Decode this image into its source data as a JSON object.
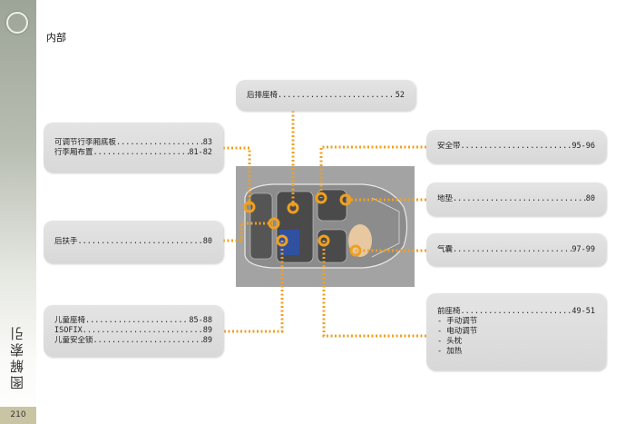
{
  "sidebar": {
    "section_title": "图解索引",
    "page_number": "210"
  },
  "page": {
    "title": "内部"
  },
  "entries": {
    "rear_seat": [
      {
        "label": "后排座椅",
        "page": "52"
      }
    ],
    "trunk": [
      {
        "label": "可调节行李厢底板",
        "page": "83"
      },
      {
        "label": "行李厢布置",
        "page": "81-82"
      }
    ],
    "armrest": [
      {
        "label": "后扶手",
        "page": "80"
      }
    ],
    "child": [
      {
        "label": "儿童座椅",
        "page": "85-88"
      },
      {
        "label": "ISOFIX",
        "page": "89"
      },
      {
        "label": "儿童安全锁",
        "page": "89"
      }
    ],
    "belt": [
      {
        "label": "安全带",
        "page": "95-96"
      }
    ],
    "mat": [
      {
        "label": "地垫",
        "page": "80"
      }
    ],
    "airbag": [
      {
        "label": "气囊",
        "page": "97-99"
      }
    ],
    "front_seat": {
      "label": "前座椅",
      "page": "49-51",
      "subs": [
        "- 手动调节",
        "- 电动调节",
        "- 头枕",
        "- 加热"
      ]
    }
  },
  "colors": {
    "marker": "#f0a020",
    "box": "#dedede",
    "sidebar": "#9ca597"
  }
}
